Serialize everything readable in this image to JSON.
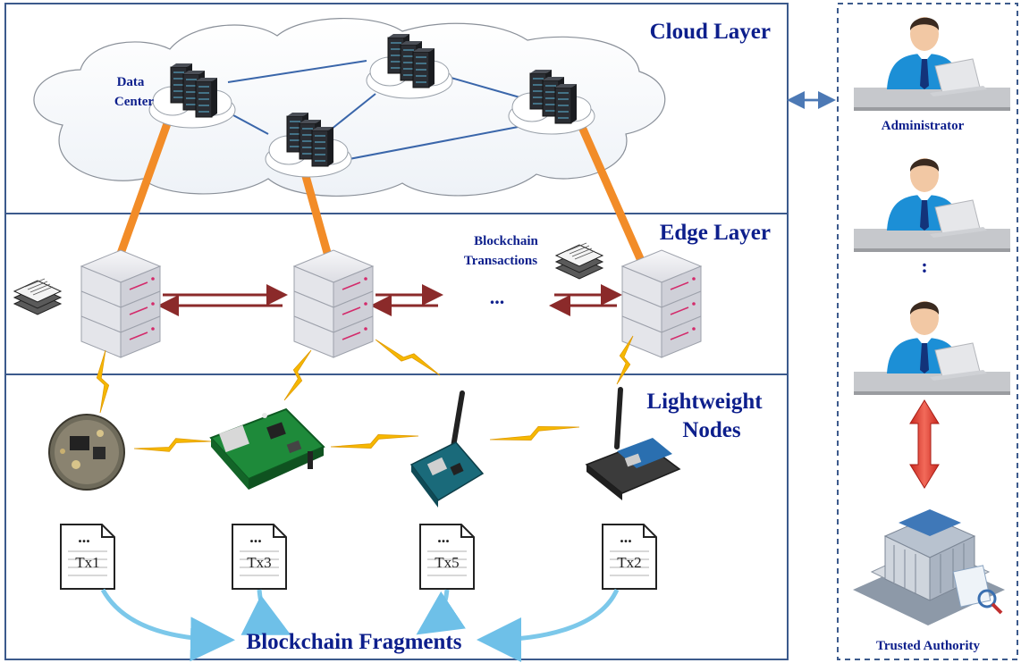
{
  "layers": {
    "cloud": "Cloud Layer",
    "edge": "Edge Layer",
    "lightweight_line1": "Lightweight",
    "lightweight_line2": "Nodes"
  },
  "labels": {
    "data_center_line1": "Data",
    "data_center_line2": "Center",
    "bc_tx_line1": "Blockchain",
    "bc_tx_line2": "Transactions",
    "edge_ellipsis": "...",
    "admin_ellipsis": ":",
    "fragments": "Blockchain Fragments"
  },
  "transactions": [
    "Tx1",
    "Tx3",
    "Tx5",
    "Tx2"
  ],
  "doc_ellipsis": "...",
  "authority": {
    "administrator": "Administrator",
    "trusted": "Trusted Authority"
  },
  "colors": {
    "frame": "#3c5a8c",
    "title": "#0d1f8c",
    "link_orange": "#f28c28",
    "cloud_link": "#3a66aa",
    "edge_arrow": "#8b2a2a",
    "lightning": "#f6b800",
    "flow_arrow": "#7cc8ea",
    "red_arrow": "#e2443a"
  }
}
